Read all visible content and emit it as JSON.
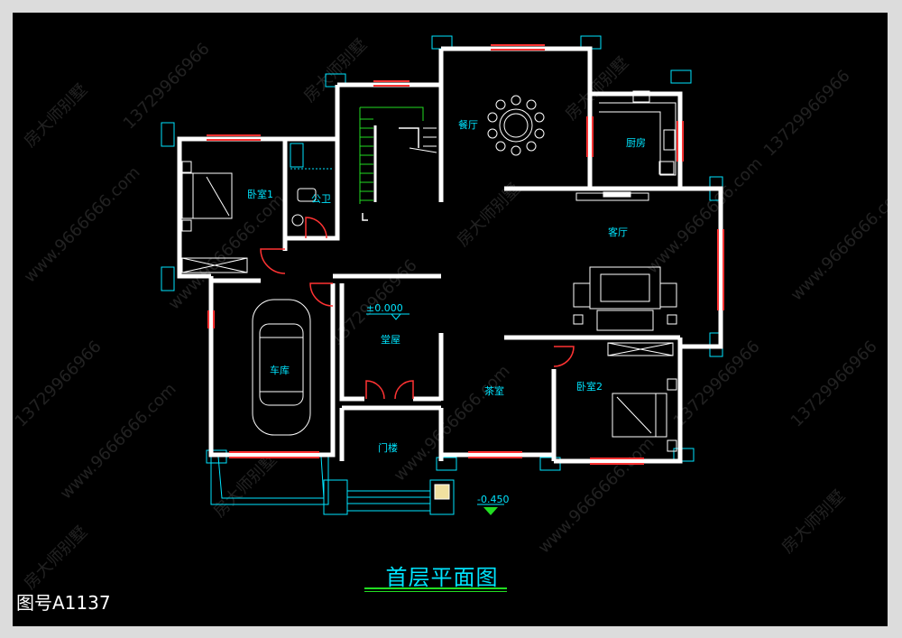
{
  "drawing": {
    "title": "首层平面图",
    "number": "图号A1137"
  },
  "rooms": {
    "bedroom1": "卧室1",
    "bathroom": "公卫",
    "dining": "餐厅",
    "kitchen": "厨房",
    "living": "客厅",
    "garage": "车库",
    "hall": "堂屋",
    "tea": "茶室",
    "bedroom2": "卧室2",
    "porch": "门楼"
  },
  "levels": {
    "floor": "±0.000",
    "outdoor": "-0.450"
  },
  "watermark": {
    "brand": "房大师别墅",
    "phone": "13729966966",
    "site": "www.9666666.com"
  },
  "colors": {
    "background": "#000000",
    "wall": "#ffffff",
    "window": "#ff3333",
    "annotation": "#00e5ff",
    "level_marker": "#22dd22"
  }
}
